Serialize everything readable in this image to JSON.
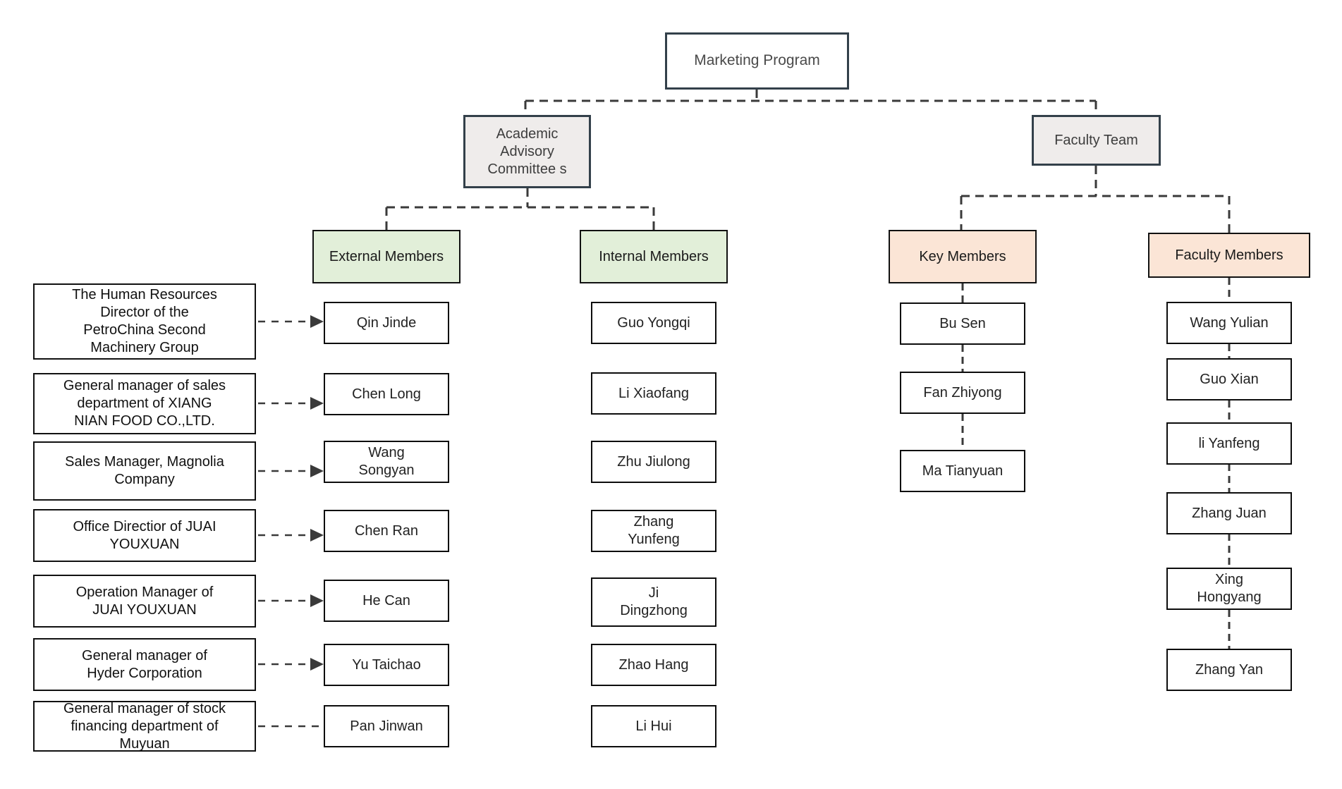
{
  "diagram": {
    "type": "org-chart",
    "root": "Marketing Program",
    "branches": {
      "academic": "Academic\nAdvisory\nCommittee s",
      "faculty_team": "Faculty Team"
    },
    "groups": {
      "external": {
        "header": "External Members",
        "members": [
          "Qin Jinde",
          "Chen Long",
          "Wang\nSongyan",
          "Chen Ran",
          "He Can",
          "Yu Taichao",
          "Pan Jinwan"
        ]
      },
      "internal": {
        "header": "Internal Members",
        "members": [
          "Guo Yongqi",
          "Li Xiaofang",
          "Zhu Jiulong",
          "Zhang\nYunfeng",
          "Ji\nDingzhong",
          "Zhao Hang",
          "Li Hui"
        ]
      },
      "key": {
        "header": "Key Members",
        "members": [
          "Bu Sen",
          "Fan Zhiyong",
          "Ma Tianyuan"
        ]
      },
      "faculty": {
        "header": "Faculty Members",
        "members": [
          "Wang Yulian",
          "Guo Xian",
          "li Yanfeng",
          "Zhang Juan",
          "Xing\nHongyang",
          "Zhang Yan"
        ]
      }
    },
    "external_roles": [
      "The Human Resources\nDirector of the\nPetroChina Second\nMachinery Group",
      "General manager of sales\ndepartment of XIANG\nNIAN FOOD CO.,LTD.",
      "Sales Manager, Magnolia\nCompany",
      "Office Directior of JUAI\nYOUXUAN",
      "Operation Manager of\nJUAI YOUXUAN",
      "General manager of\nHyder Corporation",
      "General manager of stock\nfinancing department of\nMuyuan"
    ],
    "colors": {
      "background": "#ffffff",
      "branch_fill": "#efeceb",
      "branch_border": "#33404a",
      "academic_group_fill": "#e2efd9",
      "faculty_group_fill": "#fbe5d6",
      "node_border": "#0d0d0d",
      "connector": "#3a3a3a"
    }
  }
}
